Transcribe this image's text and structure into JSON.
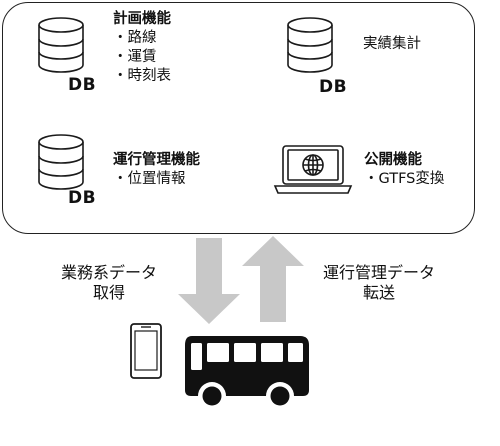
{
  "db_label": "DB",
  "blocks": {
    "planning": {
      "title": "計画機能",
      "items": [
        "・路線",
        "・運賃",
        "・時刻表"
      ]
    },
    "results": {
      "title": "実績集計"
    },
    "operations": {
      "title": "運行管理機能",
      "items": [
        "・位置情報"
      ]
    },
    "public": {
      "title": "公開機能",
      "items": [
        "・GTFS変換"
      ]
    }
  },
  "flows": {
    "business_data": [
      "業務系データ",
      "取得"
    ],
    "operation_data": [
      "運行管理データ",
      "転送"
    ]
  },
  "colors": {
    "stroke": "#1a1a1a",
    "arrow": "#c8c8c8",
    "bus": "#111111"
  },
  "icons": {
    "database": "database-icon",
    "laptop": "laptop-globe-icon",
    "phone": "smartphone-icon",
    "bus": "bus-icon"
  }
}
